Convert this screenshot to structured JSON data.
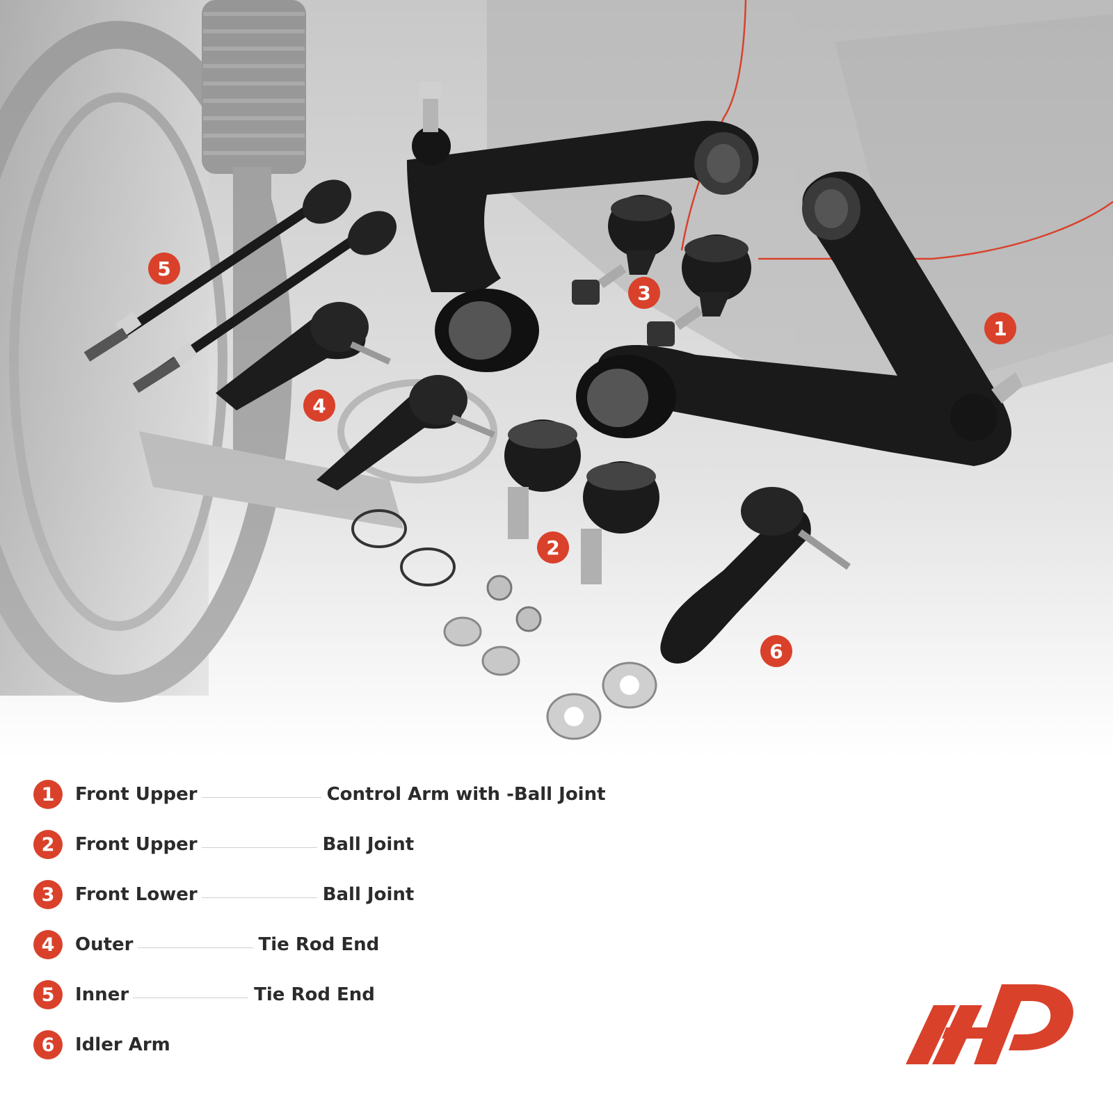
{
  "callouts": [
    "1",
    "2",
    "3",
    "4",
    "5",
    "6"
  ],
  "legend": [
    {
      "num": "1",
      "left": "Front Upper",
      "right": "Control Arm with -Ball Joint"
    },
    {
      "num": "2",
      "left": "Front Upper",
      "right": "Ball Joint"
    },
    {
      "num": "3",
      "left": "Front Lower",
      "right": "Ball Joint"
    },
    {
      "num": "4",
      "left": "Outer",
      "right": "Tie Rod End"
    },
    {
      "num": "5",
      "left": "Inner",
      "right": "Tie Rod End"
    },
    {
      "num": "6",
      "left": "Idler Arm",
      "right": ""
    }
  ],
  "colors": {
    "accent": "#d9412b",
    "parts": "#1a1a1a",
    "background_photo": "#d6d6d6",
    "text": "#2b2b2b"
  },
  "logo": {
    "name": "a-premium-logo-icon"
  }
}
